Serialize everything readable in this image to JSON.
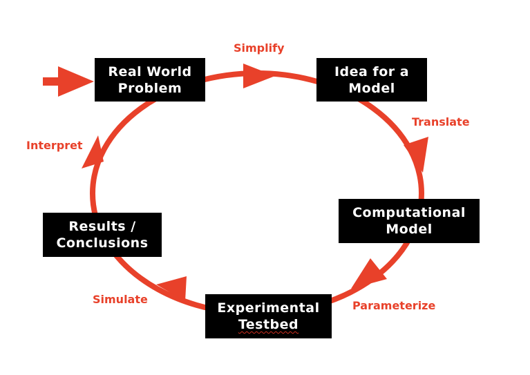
{
  "diagram": {
    "type": "cycle",
    "accent_color": "#e8412a",
    "box_color": "#000000",
    "nodes": [
      {
        "id": "real-world-problem",
        "line1": "Real World",
        "line2": "Problem"
      },
      {
        "id": "idea-for-a-model",
        "line1": "Idea for a",
        "line2": "Model"
      },
      {
        "id": "computational-model",
        "line1": "Computational",
        "line2": "Model"
      },
      {
        "id": "experimental-testbed",
        "line1": "Experimental",
        "line2": "Testbed"
      },
      {
        "id": "results-conclusions",
        "line1": "Results /",
        "line2": "Conclusions"
      }
    ],
    "edges": [
      {
        "from": "real-world-problem",
        "to": "idea-for-a-model",
        "label": "Simplify"
      },
      {
        "from": "idea-for-a-model",
        "to": "computational-model",
        "label": "Translate"
      },
      {
        "from": "computational-model",
        "to": "experimental-testbed",
        "label": "Parameterize"
      },
      {
        "from": "experimental-testbed",
        "to": "results-conclusions",
        "label": "Simulate"
      },
      {
        "from": "results-conclusions",
        "to": "real-world-problem",
        "label": "Interpret"
      }
    ],
    "entry_arrow_target": "real-world-problem"
  }
}
